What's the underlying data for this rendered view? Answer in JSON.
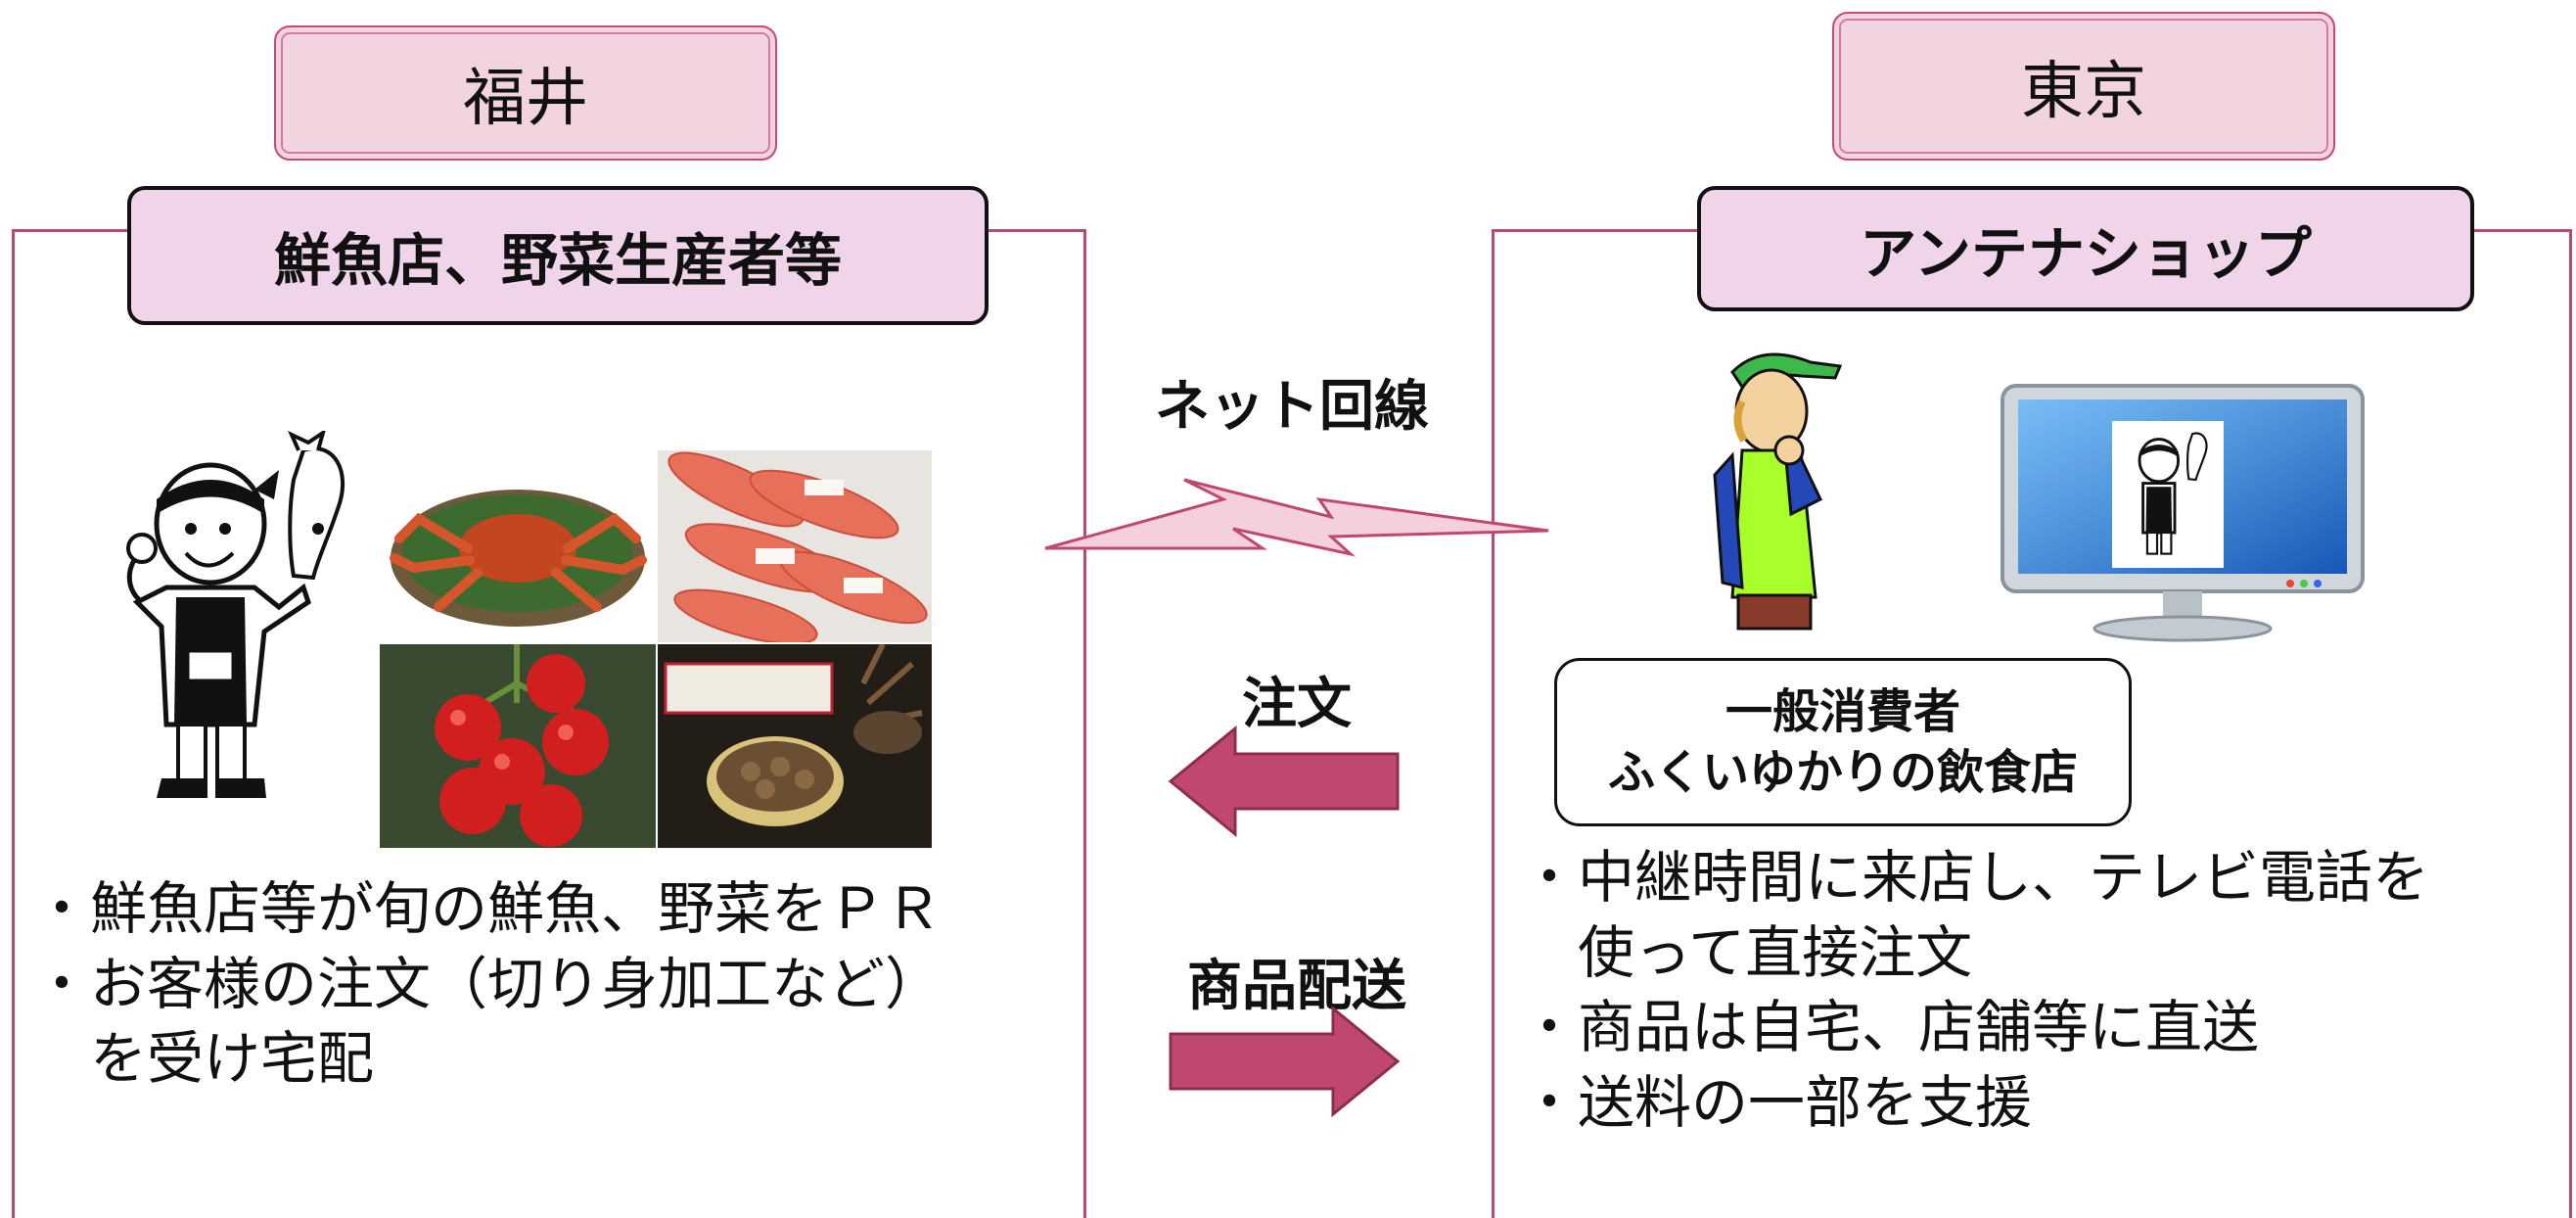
{
  "fukui": {
    "location": "福井",
    "actor": "鮮魚店、野菜生産者等",
    "bullets": [
      "鮮魚店等が旬の鮮魚、野菜をＰＲ",
      "お客様の注文（切り身加工など）を受け宅配"
    ],
    "bullet2_line1": "お客様の注文（切り身加工など）",
    "bullet2_line2": "を受け宅配"
  },
  "tokyo": {
    "location": "東京",
    "actor": "アンテナショップ",
    "consumer_line1": "一般消費者",
    "consumer_line2": "ふくいゆかりの飲食店",
    "bullet1_line1": "中継時間に来店し、テレビ電話を",
    "bullet1_line2": "使って直接注文",
    "bullet2": "商品は自宅、店舗等に直送",
    "bullet3": "送料の一部を支援"
  },
  "flows": {
    "network": "ネット回線",
    "order": "注文",
    "delivery": "商品配送"
  },
  "colors": {
    "frame": "#b84a74",
    "arrow": "#c0486f",
    "label_fill": "#f2d3e0",
    "actor_fill": "#efd4ea",
    "lightning": "#f4d0de"
  }
}
